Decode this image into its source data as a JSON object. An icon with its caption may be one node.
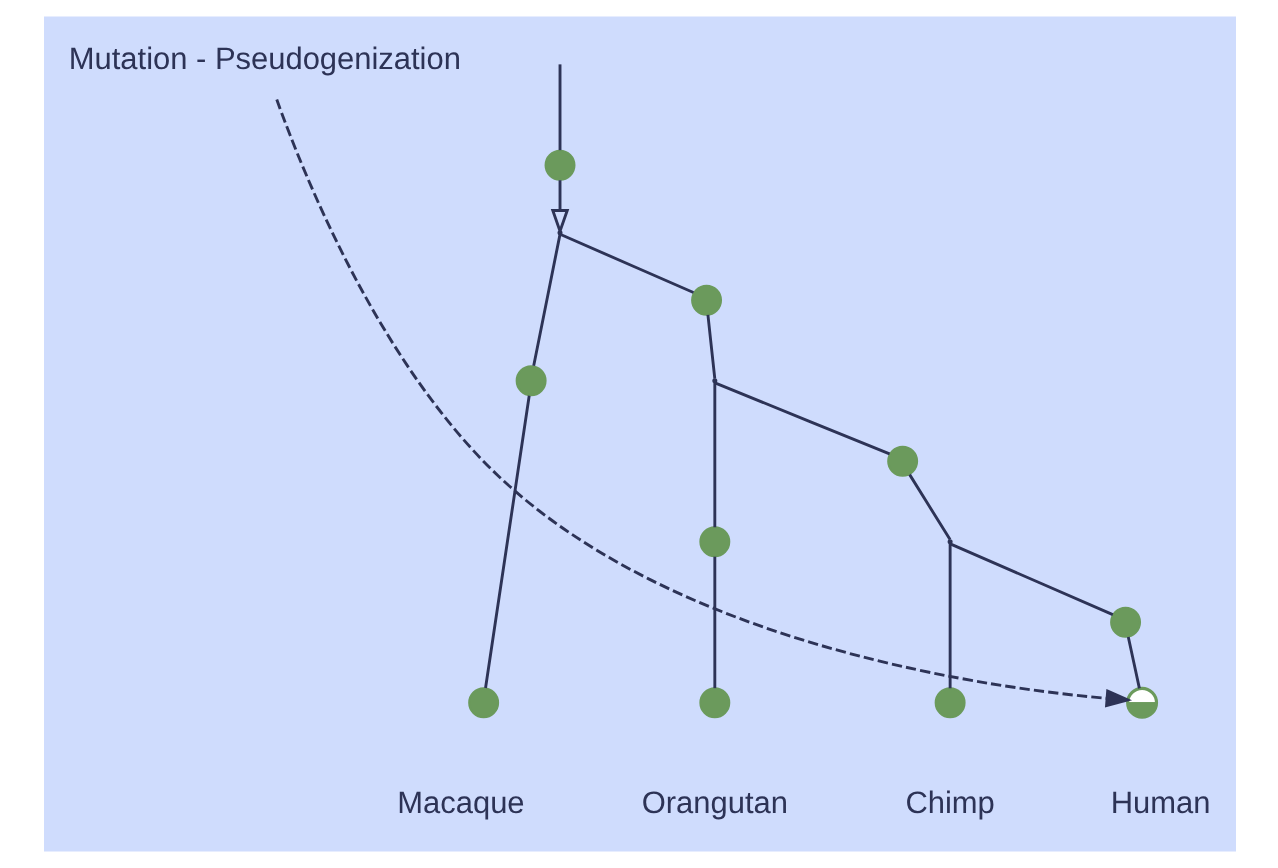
{
  "diagram": {
    "nodes": [
      {
        "text": [],
        "shape": "circle"
      },
      {
        "text": [],
        "shape": "point"
      },
      {
        "text": [],
        "shape": "circle"
      },
      {
        "text": [],
        "shape": "circle"
      },
      {
        "text": [],
        "shape": "circle",
        "beside": [
          "Macaque"
        ]
      },
      {
        "text": [],
        "shape": "point"
      },
      {
        "text": [],
        "shape": "circle"
      },
      {
        "text": [],
        "shape": "circle"
      },
      {
        "text": [],
        "shape": "circle",
        "beside": [
          "Orangutan"
        ]
      },
      {
        "text": [],
        "shape": "point"
      },
      {
        "text": [],
        "shape": "circle",
        "beside": [
          "Chimp"
        ]
      },
      {
        "text": [],
        "shape": "circle"
      },
      {
        "text": [],
        "shape": "circle",
        "beside": [
          "Human"
        ]
      },
      {
        "text": [
          "Mutation - Pseudogenization"
        ]
      }
    ],
    "edges": [
      {
        "from": null,
        "to": 0,
        "arrow": "none"
      },
      {
        "from": 0,
        "to": 1,
        "arrow": "to"
      },
      {
        "from": 1,
        "to": 2,
        "arrow": "none"
      },
      {
        "from": 2,
        "to": 4,
        "arrow": "none"
      },
      {
        "from": 1,
        "to": 3,
        "arrow": "none"
      },
      {
        "from": 3,
        "to": 5,
        "arrow": "none"
      },
      {
        "from": 5,
        "to": 6,
        "arrow": "none"
      },
      {
        "from": 6,
        "to": 8,
        "arrow": "none"
      },
      {
        "from": 5,
        "to": 7,
        "arrow": "none"
      },
      {
        "from": 7,
        "to": 9,
        "arrow": "none"
      },
      {
        "from": 9,
        "to": 10,
        "arrow": "none"
      },
      {
        "from": 9,
        "to": 11,
        "arrow": "none"
      },
      {
        "from": 11,
        "to": 12,
        "arrow": "none"
      },
      {
        "from": 13,
        "to": 12,
        "arrow": "to",
        "style": "dashed"
      }
    ]
  }
}
